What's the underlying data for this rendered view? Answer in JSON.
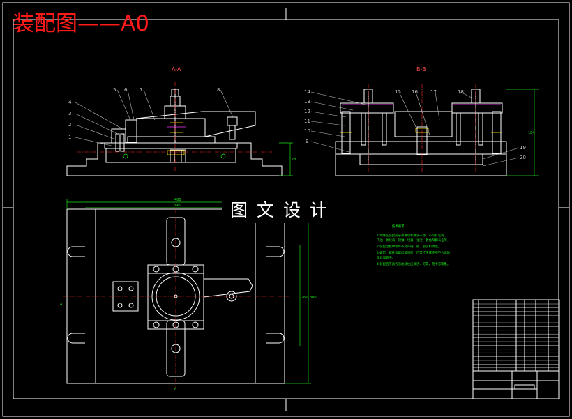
{
  "title": "装配图——A0",
  "watermark": "图文设计",
  "views": {
    "section_aa": "A-A",
    "section_bb": "B-B"
  },
  "part_numbers_left": [
    "1",
    "2",
    "3",
    "4",
    "5",
    "6",
    "7",
    "8"
  ],
  "part_numbers_right": [
    "9",
    "10",
    "11",
    "12",
    "13",
    "14",
    "15",
    "16",
    "17",
    "18",
    "19",
    "20"
  ],
  "dimensions": {
    "overall_width": "460",
    "inner_width": "390",
    "overall_height": "300",
    "inner_height": "260",
    "height_left_view": "78",
    "height_right_view": "184",
    "left_mark": "A",
    "bottom_mark": "B"
  },
  "notes": {
    "heading": "技术要求",
    "lines": [
      "1.零件在装配前必须清理和清洗干净，不得有毛刺、",
      "飞边、氧化皮、锈蚀、切屑、油污、着色剂和灰尘等。",
      "2.装配过程中零件不允许磕、碰、划伤和锈蚀。",
      "3.螺钉、螺栓和螺母紧固时，严禁打击或使用不合适的",
      "旋具和扳手。",
      "4.装配后夹具各活动部位应灵活、可靠，无卡滞现象。"
    ]
  },
  "colors": {
    "background": "#000000",
    "outline": "#ffffff",
    "dimension": "#1fe01f",
    "centerline": "#ff2b2b",
    "title": "#ff1a1a"
  }
}
